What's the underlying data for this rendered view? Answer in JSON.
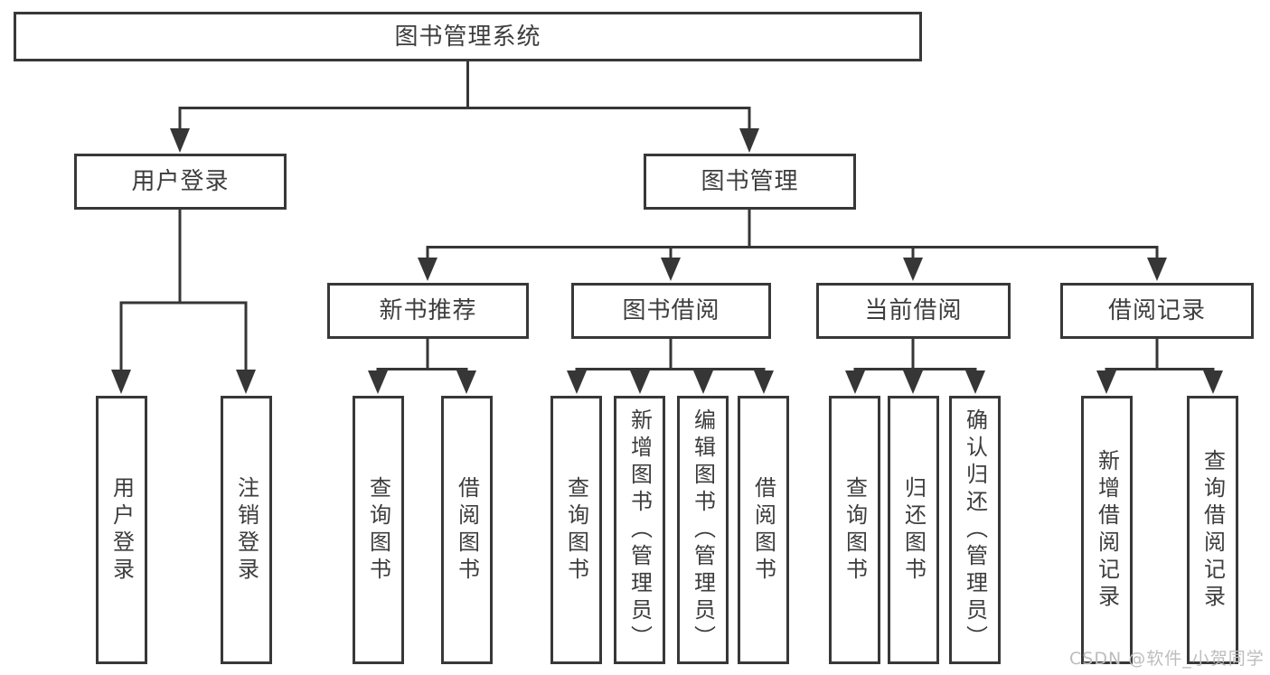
{
  "diagram": {
    "root": {
      "label": "图书管理系统"
    },
    "user_login": {
      "label": "用户登录",
      "children": [
        {
          "label": "用户登录"
        },
        {
          "label": "注销登录"
        }
      ]
    },
    "book_management": {
      "label": "图书管理",
      "sections": [
        {
          "label": "新书推荐",
          "children": [
            {
              "label": "查询图书"
            },
            {
              "label": "借阅图书"
            }
          ]
        },
        {
          "label": "图书借阅",
          "children": [
            {
              "label": "查询图书"
            },
            {
              "label": "新增图书（管理员）"
            },
            {
              "label": "编辑图书（管理员）"
            },
            {
              "label": "借阅图书"
            }
          ]
        },
        {
          "label": "当前借阅",
          "children": [
            {
              "label": "查询图书"
            },
            {
              "label": "归还图书"
            },
            {
              "label": "确认归还（管理员）"
            }
          ]
        },
        {
          "label": "借阅记录",
          "children": [
            {
              "label": "新增借阅记录"
            },
            {
              "label": "查询借阅记录"
            }
          ]
        }
      ]
    }
  },
  "watermark": {
    "text": "CSDN @软件_小贺同学"
  },
  "colors": {
    "line": "#363636",
    "border": "#383838",
    "text": "#3d3d3d",
    "watermark": "#bdbdbd",
    "background": "#ffffff"
  }
}
